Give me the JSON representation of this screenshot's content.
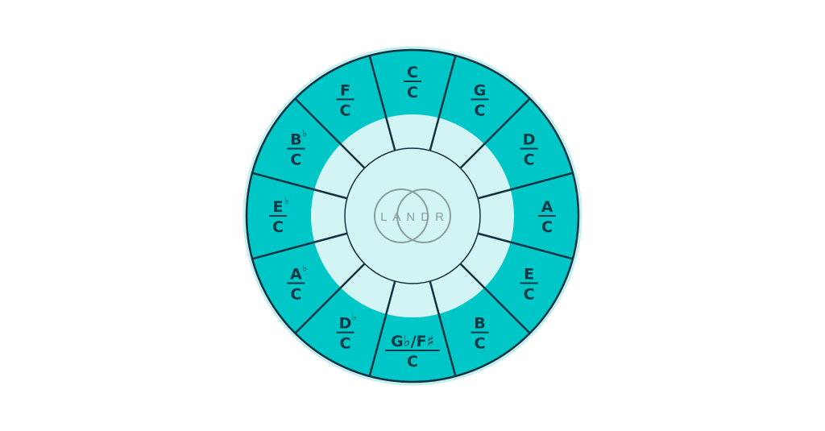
{
  "diagram": {
    "logo_text": "LANDR",
    "bass_note": "C",
    "segments": [
      {
        "top": "C",
        "accidental": ""
      },
      {
        "top": "G",
        "accidental": ""
      },
      {
        "top": "D",
        "accidental": ""
      },
      {
        "top": "A",
        "accidental": ""
      },
      {
        "top": "E",
        "accidental": ""
      },
      {
        "top": "B",
        "accidental": ""
      },
      {
        "top": "G♭/F♯",
        "accidental": ""
      },
      {
        "top": "D",
        "accidental": "♭"
      },
      {
        "top": "A",
        "accidental": "♭"
      },
      {
        "top": "E",
        "accidental": "♭"
      },
      {
        "top": "B",
        "accidental": "♭"
      },
      {
        "top": "F",
        "accidental": ""
      }
    ],
    "colors": {
      "outer_ring": "#00c7c7",
      "inner_ring": "#d3f4f4",
      "center": "#d3f4f4",
      "lines": "#0f3340",
      "text": "#0f3a45",
      "logo": "#8a9c9c",
      "halo": "#c4efef"
    }
  }
}
